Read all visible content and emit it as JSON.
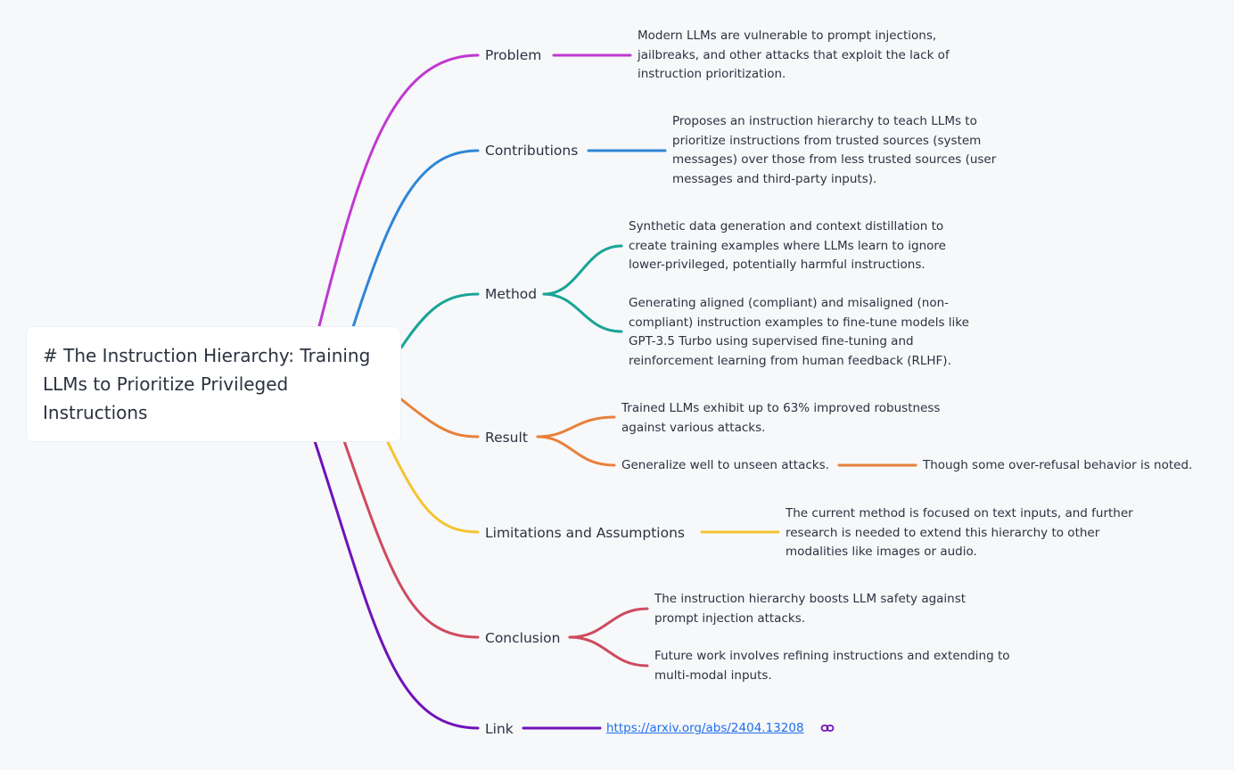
{
  "root": {
    "title": "# The Instruction Hierarchy: Training LLMs to Prioritize Privileged Instructions"
  },
  "branches": [
    {
      "label": "Problem",
      "color": "#c039d1",
      "leaves": [
        "Modern LLMs are vulnerable to prompt injections, jailbreaks, and other attacks that exploit the lack of instruction prioritization."
      ]
    },
    {
      "label": "Contributions",
      "color": "#2f86d6",
      "leaves": [
        "Proposes an instruction hierarchy to teach LLMs to prioritize instructions from trusted sources (system messages) over those from less trusted sources (user messages and third-party inputs)."
      ]
    },
    {
      "label": "Method",
      "color": "#1aa596",
      "leaves": [
        "Synthetic data generation and context distillation to create training examples where LLMs learn to ignore lower-privileged, potentially harmful instructions.",
        "Generating aligned (compliant) and misaligned (non-compliant) instruction examples to fine-tune models like GPT-3.5 Turbo using supervised fine-tuning and reinforcement learning from human feedback (RLHF)."
      ]
    },
    {
      "label": "Result",
      "color": "#e8803a",
      "leaves": [
        "Trained LLMs exhibit up to 63% improved robustness against various attacks.",
        "Generalize well to unseen attacks."
      ],
      "subleaf": "Though some over-refusal behavior is noted."
    },
    {
      "label": "Limitations and Assumptions",
      "color": "#f4c430",
      "leaves": [
        "The current method is focused on text inputs, and further research is needed to extend this hierarchy to other modalities like images or audio."
      ]
    },
    {
      "label": "Conclusion",
      "color": "#cf4a5f",
      "leaves": [
        "The instruction hierarchy boosts LLM safety against prompt injection attacks.",
        "Future work involves refining instructions and extending to multi-modal inputs."
      ]
    },
    {
      "label": "Link",
      "color": "#7012b8",
      "link": "https://arxiv.org/abs/2404.13208"
    }
  ]
}
